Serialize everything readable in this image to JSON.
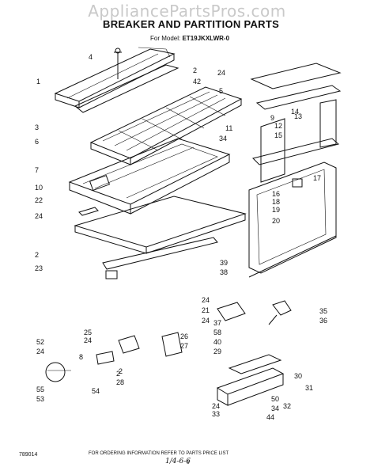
{
  "watermark": "AppliancePartsPros.com",
  "title": "BREAKER AND PARTITION PARTS",
  "model_prefix": "For Model:",
  "model": "ET19JKXLWR-0",
  "footer": {
    "code": "789014",
    "note": "FOR ORDERING INFORMATION REFER TO PARTS PRICE LIST",
    "page": "6",
    "handwritten": "1/4-6-6"
  },
  "callouts": [
    "4",
    "1",
    "3",
    "6",
    "7",
    "10",
    "22",
    "24",
    "2",
    "23",
    "2",
    "42",
    "5",
    "24",
    "11",
    "34",
    "9",
    "14",
    "12",
    "13",
    "15",
    "16",
    "18",
    "17",
    "19",
    "20",
    "39",
    "38",
    "24",
    "21",
    "24",
    "26",
    "27",
    "25",
    "24",
    "8",
    "2",
    "28",
    "37",
    "58",
    "40",
    "29",
    "30",
    "31",
    "50",
    "34",
    "32",
    "44",
    "33",
    "24",
    "52",
    "24",
    "55",
    "53",
    "54",
    "2",
    "35",
    "36"
  ]
}
